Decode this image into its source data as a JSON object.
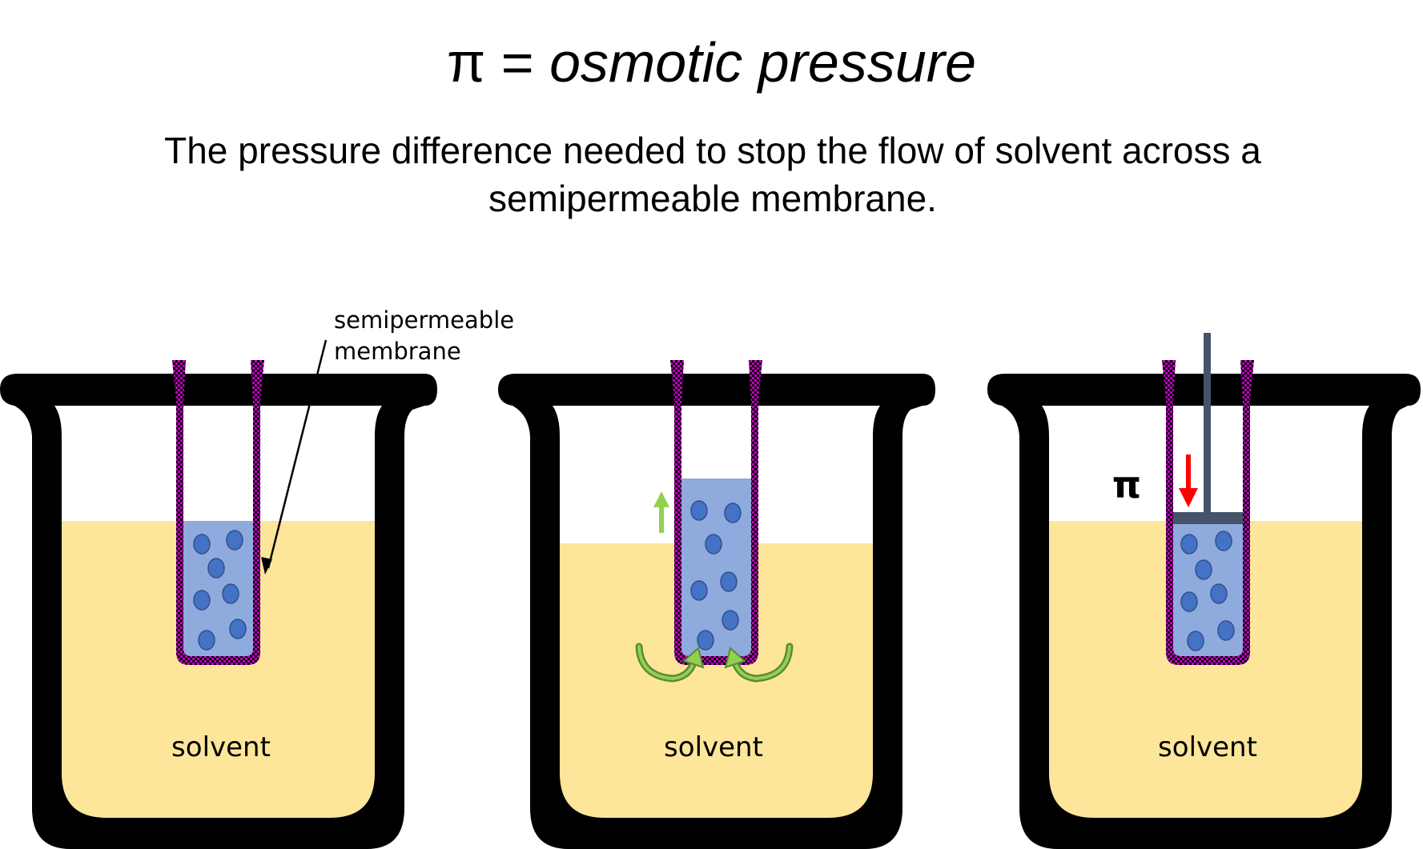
{
  "header": {
    "pi_symbol": "π",
    "equals": "=",
    "term": "osmotic pressure",
    "definition": "The pressure difference needed to stop the flow of solvent across a semipermeable membrane."
  },
  "labels": {
    "membrane_line1": "semipermeable",
    "membrane_line2": "membrane",
    "pi": "π"
  },
  "beakers": [
    {
      "solvent_label": "solvent"
    },
    {
      "solvent_label": "solvent"
    },
    {
      "solvent_label": "solvent"
    }
  ],
  "colors": {
    "solvent": "#fde59a",
    "solution": "#8faadc",
    "particle": "#4472c4",
    "membrane": "#c000c0",
    "beaker": "#000000",
    "piston": "#44546a",
    "flow_arrow": "#92d050",
    "pressure_arrow": "#ff0000"
  }
}
